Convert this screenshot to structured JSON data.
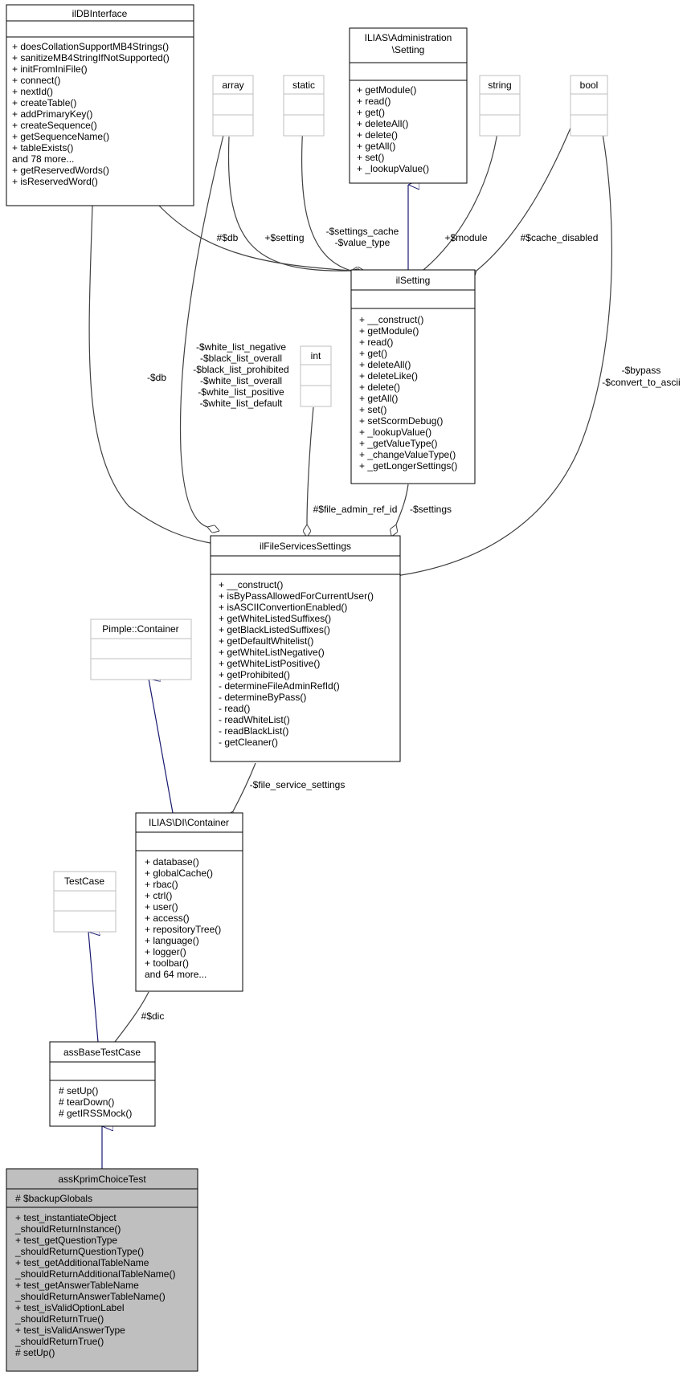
{
  "classes": {
    "ildbinterface": {
      "title": "ilDBInterface",
      "attributes": [],
      "methods": [
        "+ doesCollationSupportMB4Strings()",
        "+ sanitizeMB4StringIfNotSupported()",
        "+ initFromIniFile()",
        "+ connect()",
        "+ nextId()",
        "+ createTable()",
        "+ addPrimaryKey()",
        "+ createSequence()",
        "+ getSequenceName()",
        "+ tableExists()",
        "and 78 more...",
        "+ getReservedWords()",
        "+ isReservedWord()"
      ]
    },
    "admin_setting": {
      "title": [
        "ILIAS\\Administration",
        "\\Setting"
      ],
      "attributes": [],
      "methods": [
        "+ getModule()",
        "+ read()",
        "+ get()",
        "+ deleteAll()",
        "+ delete()",
        "+ getAll()",
        "+ set()",
        "+ _lookupValue()"
      ]
    },
    "array": {
      "title": "array"
    },
    "static": {
      "title": "static"
    },
    "string": {
      "title": "string"
    },
    "bool": {
      "title": "bool"
    },
    "int": {
      "title": "int"
    },
    "ilsetting": {
      "title": "ilSetting",
      "attributes": [],
      "methods": [
        "+ __construct()",
        "+ getModule()",
        "+ read()",
        "+ get()",
        "+ deleteAll()",
        "+ deleteLike()",
        "+ delete()",
        "+ getAll()",
        "+ set()",
        "+ setScormDebug()",
        "+ _lookupValue()",
        "+ _getValueType()",
        "+ _changeValueType()",
        "+ _getLongerSettings()"
      ]
    },
    "ilfileservicessettings": {
      "title": "ilFileServicesSettings",
      "attributes": [],
      "methods": [
        "+ __construct()",
        "+ isByPassAllowedForCurrentUser()",
        "+ isASCIIConvertionEnabled()",
        "+ getWhiteListedSuffixes()",
        "+ getBlackListedSuffixes()",
        "+ getDefaultWhitelist()",
        "+ getWhiteListNegative()",
        "+ getWhiteListPositive()",
        "+ getProhibited()",
        "- determineFileAdminRefId()",
        "- determineByPass()",
        "- read()",
        "- readWhiteList()",
        "- readBlackList()",
        "- getCleaner()"
      ]
    },
    "pimple": {
      "title": "Pimple::Container"
    },
    "di_container": {
      "title": "ILIAS\\DI\\Container",
      "attributes": [],
      "methods": [
        "+ database()",
        "+ globalCache()",
        "+ rbac()",
        "+ ctrl()",
        "+ user()",
        "+ access()",
        "+ repositoryTree()",
        "+ language()",
        "+ logger()",
        "+ toolbar()",
        "and 64 more..."
      ]
    },
    "testcase": {
      "title": "TestCase"
    },
    "assbasetestcase": {
      "title": "assBaseTestCase",
      "attributes": [],
      "methods": [
        "# setUp()",
        "# tearDown()",
        "# getIRSSMock()"
      ]
    },
    "asskprimchoicetest": {
      "title": "assKprimChoiceTest",
      "attributes": [
        "# $backupGlobals"
      ],
      "methods": [
        "+ test_instantiateObject",
        "_shouldReturnInstance()",
        "+ test_getQuestionType",
        "_shouldReturnQuestionType()",
        "+ test_getAdditionalTableName",
        "_shouldReturnAdditionalTableName()",
        "+ test_getAnswerTableName",
        "_shouldReturnAnswerTableName()",
        "+ test_isValidOptionLabel",
        "_shouldReturnTrue()",
        "+ test_isValidAnswerType",
        "_shouldReturnTrue()",
        "# setUp()"
      ]
    }
  },
  "edge_labels": {
    "db_setting": "#$db",
    "setting": "+$setting",
    "settings_cache": [
      "-$settings_cache",
      "-$value_type"
    ],
    "module": "+$module",
    "cache_disabled": "#$cache_disabled",
    "db_fss": "-$db",
    "lists": [
      "-$white_list_negative",
      "-$black_list_overall",
      "-$black_list_prohibited",
      "-$white_list_overall",
      "-$white_list_positive",
      "-$white_list_default"
    ],
    "bypass": [
      "-$bypass",
      "-$convert_to_ascii"
    ],
    "file_admin_ref_id": "#$file_admin_ref_id",
    "settings": "-$settings",
    "file_service_settings": "-$file_service_settings",
    "dic": "#$dic"
  },
  "colors": {
    "border": "#000000",
    "ghost_border": "#bfbfbf",
    "highlight_fill": "#bfbfbf",
    "inherit_edge": "#191970",
    "assoc_edge": "#404040"
  }
}
